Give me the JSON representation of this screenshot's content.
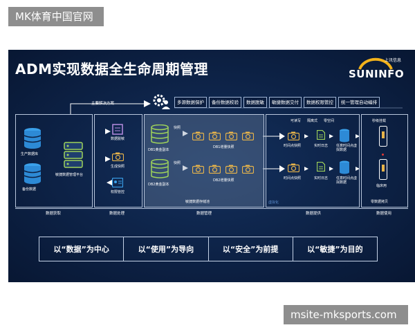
{
  "watermark_top": "MK体育中国官网",
  "watermark_bottom": "msite-mksports.com",
  "title": "ADM实现数据全生命周期管理",
  "logo": {
    "cn": "上讯信息",
    "en": "SUNINFO"
  },
  "solution_label": "主要解决方案",
  "features": [
    "多源数据保护",
    "备份数据校验",
    "数据脱敏",
    "敏捷数据交付",
    "数据权限管控",
    "统一管理自动编排"
  ],
  "acquire": {
    "db1": "生产数据库",
    "db2": "备份数据",
    "platform": "敏捷数据管理平台"
  },
  "process": {
    "item1": "数据脱敏",
    "item2": "生成快照",
    "item3": "权限管控"
  },
  "manage": {
    "copy1": "DB1黄金副本",
    "copy2": "DB2黄金副本",
    "snap_tag1": "快照",
    "snap_tag2": "快照",
    "snap1": "DB1增量快照",
    "snap2": "DB2增量快照",
    "store": "敏捷数据存储池"
  },
  "serve": {
    "tags": [
      "可读写",
      "隔离式",
      "零空间"
    ],
    "row1": [
      "时间点快照",
      "实时日志",
      "任意时间点虚拟数据"
    ],
    "row2": [
      "时间点快照",
      "实时日志",
      "任意时间点虚拟数据"
    ],
    "tag_small": "虚拟化"
  },
  "use": {
    "top": "秒级挂载",
    "mid": "临床用",
    "bottom": "零数据拷贝"
  },
  "sections": [
    "数据获取",
    "数据处理",
    "数据管理",
    "数据提供",
    "数据使用"
  ],
  "mottos": [
    "以“数据”为中心",
    "以“使用”为导向",
    "以“安全”为前提",
    "以“敏捷”为目的"
  ],
  "colors": {
    "accent_gold": "#e8b44a",
    "db_blue": "#2d8ad6",
    "frame": "#b9c7dd"
  }
}
